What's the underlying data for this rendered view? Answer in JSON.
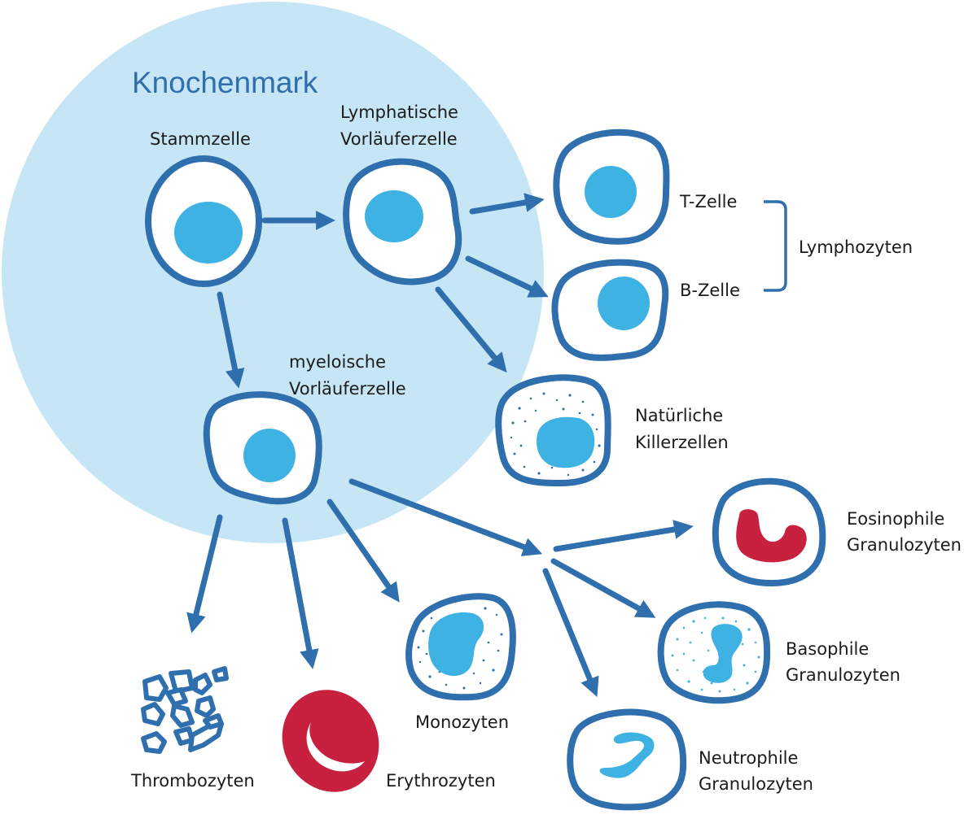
{
  "colors": {
    "region": "#c6e6f6",
    "membrane": "#2f6fad",
    "nucleus": "#3eb2e3",
    "red_cell": "#c8203f",
    "text": "#1b1b1b",
    "title": "#2f6fad"
  },
  "region_label": "Knochenmark",
  "cells": {
    "stem": "Stammzelle",
    "lymphoid_progenitor": [
      "Lymphatische",
      "Vorläuferzelle"
    ],
    "myeloid_progenitor": [
      "myeloische",
      "Vorläuferzelle"
    ],
    "t_cell": "T-Zelle",
    "b_cell": "B-Zelle",
    "lymphocytes_group": "Lymphozyten",
    "nk_cells": [
      "Natürliche",
      "Killerzellen"
    ],
    "eosinophils": [
      "Eosinophile",
      "Granulozyten"
    ],
    "basophils": [
      "Basophile",
      "Granulozyten"
    ],
    "neutrophils": [
      "Neutrophile",
      "Granulozyten"
    ],
    "monocytes": "Monozyten",
    "thrombocytes": "Thrombozyten",
    "erythrocytes": "Erythrozyten"
  }
}
